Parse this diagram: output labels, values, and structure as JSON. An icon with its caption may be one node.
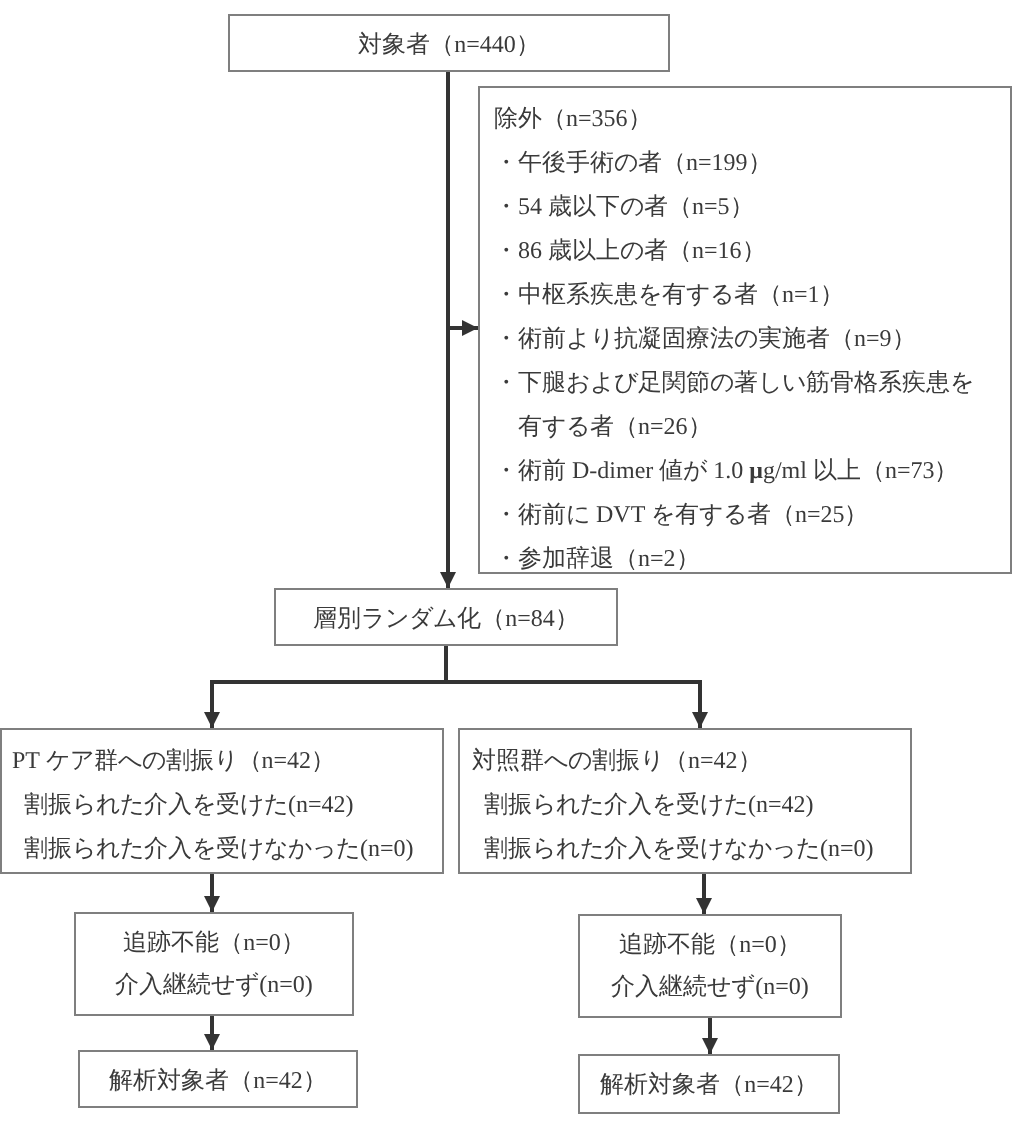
{
  "diagram": {
    "nodes": [
      {
        "text": [
          "対象者（n=440）"
        ]
      },
      {
        "text": [
          "除外（n=356）",
          "・午後手術の者（n=199）",
          "・54 歳以下の者（n=5）",
          "・86 歳以上の者（n=16）",
          "・中枢系疾患を有する者（n=1）",
          "・術前より抗凝固療法の実施者（n=9）",
          "・下腿および足関節の著しい筋骨格系疾患を有する者（n=26）",
          "・術前 D-dimer 値が 1.0 **μ**g/ml 以上（n=73）",
          "・術前に DVT を有する者（n=25）",
          "・参加辞退（n=2）"
        ]
      },
      {
        "text": [
          "層別ランダム化（n=84）"
        ]
      },
      {
        "text": [
          "PT ケア群への割振り（n=42）",
          "割振られた介入を受けた(n=42)",
          "割振られた介入を受けなかった(n=0)"
        ]
      },
      {
        "text": [
          "対照群への割振り（n=42）",
          "割振られた介入を受けた(n=42)",
          "割振られた介入を受けなかった(n=0)"
        ]
      },
      {
        "text": [
          "追跡不能（n=0）",
          "介入継続せず(n=0)"
        ]
      },
      {
        "text": [
          "追跡不能（n=0）",
          "介入継続せず(n=0)"
        ]
      },
      {
        "text": [
          "解析対象者（n=42）"
        ]
      },
      {
        "text": [
          "解析対象者（n=42）"
        ]
      }
    ],
    "edges": [
      {
        "from": 0,
        "to": 1,
        "arrow": "to"
      },
      {
        "from": 0,
        "to": 2,
        "arrow": "to"
      },
      {
        "from": 2,
        "to": 3,
        "arrow": "to"
      },
      {
        "from": 2,
        "to": 4,
        "arrow": "to"
      },
      {
        "from": 3,
        "to": 5,
        "arrow": "to"
      },
      {
        "from": 4,
        "to": 6,
        "arrow": "to"
      },
      {
        "from": 5,
        "to": 7,
        "arrow": "to"
      },
      {
        "from": 6,
        "to": 8,
        "arrow": "to"
      }
    ]
  }
}
